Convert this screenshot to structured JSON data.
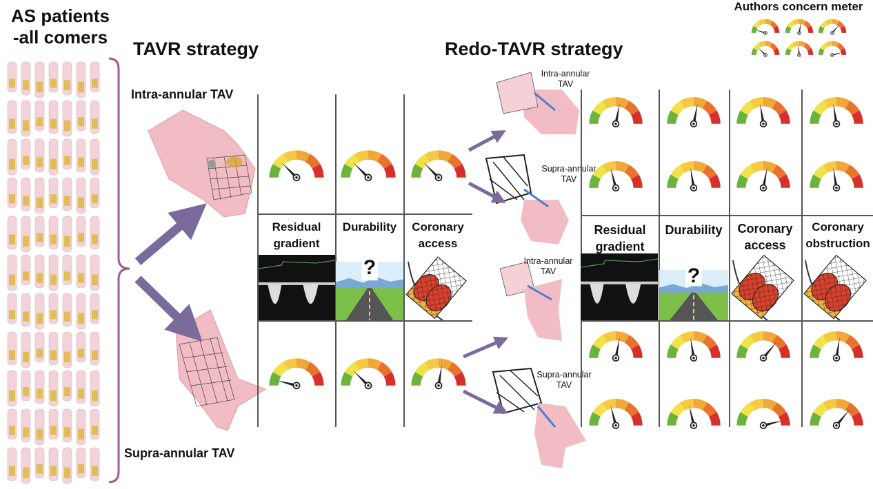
{
  "title_left": {
    "line1": "AS patients",
    "line2": "-all comers"
  },
  "tavr_title": "TAVR strategy",
  "redo_title": "Redo-TAVR strategy",
  "legend_title": "Authors concern meter",
  "tavr_options": {
    "intra": "Intra-annular TAV",
    "supra": "Supra-annular TAV"
  },
  "redo_labels": {
    "a": {
      "l1": "Intra-annular",
      "l2": "TAV"
    },
    "b": {
      "l1": "Supra-annular",
      "l2": "TAV"
    },
    "c": {
      "l1": "Intra-annular",
      "l2": "TAV"
    },
    "d": {
      "l1": "Supra-annular",
      "l2": "TAV"
    }
  },
  "left_criteria": [
    {
      "l1": "Residual",
      "l2": "gradient"
    },
    {
      "l1": "Durability",
      "l2": ""
    },
    {
      "l1": "Coronary",
      "l2": "access"
    }
  ],
  "right_criteria": [
    {
      "l1": "Residual",
      "l2": "gradient"
    },
    {
      "l1": "Durability",
      "l2": ""
    },
    {
      "l1": "Coronary",
      "l2": "access"
    },
    {
      "l1": "Coronary",
      "l2": "obstruction"
    }
  ],
  "question_mark": "?",
  "concern_levels": {
    "legend": [
      [
        0.1,
        0.55,
        0.72
      ],
      [
        0.25,
        0.47,
        0.92
      ]
    ],
    "tavr_intra": [
      0.25,
      0.25,
      0.25
    ],
    "tavr_supra": [
      0.08,
      0.25,
      0.55
    ],
    "redo_intra_intra": [
      0.56,
      0.56,
      0.45,
      0.45
    ],
    "redo_intra_supra": [
      0.42,
      0.45,
      0.56,
      0.45
    ],
    "redo_supra_intra": [
      0.56,
      0.45,
      0.72,
      0.55
    ],
    "redo_supra_supra": [
      0.42,
      0.43,
      0.92,
      0.72
    ]
  },
  "colors": {
    "gauge_segments": [
      "#6cb33e",
      "#f1e24a",
      "#f6c844",
      "#f0a83a",
      "#e8732c",
      "#d7302a"
    ],
    "arrow": "#7b6a9c",
    "bracket": "#a15b8f",
    "valve": "#f2bcc4"
  }
}
